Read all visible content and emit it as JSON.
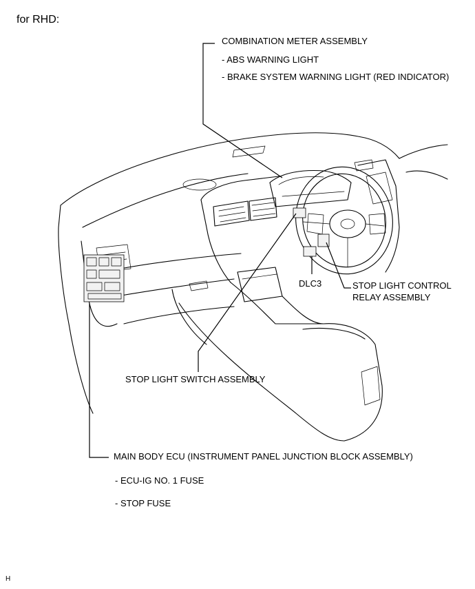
{
  "header": {
    "title": "for RHD:"
  },
  "labels": {
    "combination_meter": "COMBINATION METER ASSEMBLY",
    "abs_warning": "- ABS WARNING LIGHT",
    "brake_warning": "- BRAKE SYSTEM WARNING LIGHT (RED INDICATOR)",
    "dlc3": "DLC3",
    "stop_light_relay_line1": "STOP LIGHT CONTROL",
    "stop_light_relay_line2": "RELAY ASSEMBLY",
    "stop_light_switch": "STOP LIGHT SWITCH ASSEMBLY",
    "main_body_ecu": "MAIN BODY ECU (INSTRUMENT PANEL JUNCTION BLOCK ASSEMBLY)",
    "ecu_ig_fuse": "- ECU-IG NO. 1 FUSE",
    "stop_fuse": "- STOP FUSE"
  },
  "footer": {
    "code": "H"
  }
}
